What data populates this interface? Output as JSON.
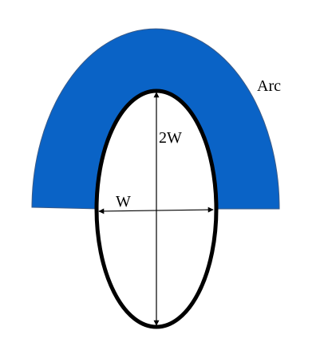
{
  "labels": {
    "arc": "Arc",
    "height": "2W",
    "width": "W"
  },
  "colors": {
    "arc_fill": "#0A63C6",
    "arc_stroke": "#3B5B88",
    "ellipse_stroke": "#000000",
    "ellipse_fill": "#FFFFFF",
    "arrow": "#000000"
  }
}
